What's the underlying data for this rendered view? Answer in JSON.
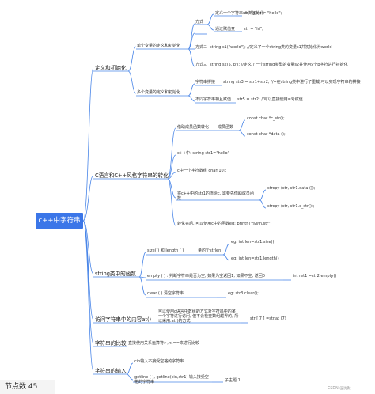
{
  "root": "c++中字符串",
  "status": {
    "node_count_label": "节点数 45"
  },
  "watermark": "CSDN @沈默",
  "l1": [
    "定义和初始化",
    "C语言和C++风格字符串的转化",
    "string类中的函数",
    "访问字符串中的内容at()",
    "字符串的比较",
    "字符串的输入"
  ],
  "definit": {
    "single": "单个变量的定义和初始化",
    "way1": "方式一",
    "way1_a": "定义一个字符串str并初始化",
    "way1_a_code": "string str = \"hello\";",
    "way1_b": "通过赋值变",
    "way1_b_code": "str = \"hi\";",
    "way2": "方式二",
    "way2_code": "string s1(\"world\");  //定义了一个string类的变量s1并初始化为world",
    "way3": "方式三",
    "way3_code": "string s2(5,'p');  //定义了一个string类型的变量s2并使用5个p字符进行初始化",
    "multi": "多个变量的定义和初始化",
    "concat": "字符串拼接",
    "concat_code": "string str3 = str1+str2;  //+在string类中进行了重载,可以实现字符串的拼接",
    "assign": "不同字符串相互赋值",
    "assign_code": "str5 = str2;  //可以直接使用=号赋值"
  },
  "convert": {
    "by_member": "借助成员函数转化",
    "member_funcs": "成员函数",
    "cstr": "const char *c_str();",
    "dataf": "const char *data ();",
    "cpp": "c++中: string str1=\"hello\"",
    "carr": "c中一个字符数组 char[10];",
    "copy_desc": "将c++中的str1的值给c, 需要先借助成员函数",
    "strcpy1": "strcpy (str, str1.data ());",
    "strcpy2": "strcpy (str, str1.c_str());",
    "printf_desc": "转化完后, 可以使用c中的函数eg: printf (\"%s\\n,str\")"
  },
  "strfuncs": {
    "size": "size( ) 和 length ( )",
    "size_desc": "量的个strlen",
    "size_eg1": "eg: int len=str1.size()",
    "size_eg2": "eg: int len=str1.length()",
    "empty": "empty ( ) : 判断字符串是否为空, 如果为空返回1, 如果不空, 返回0",
    "empty_eg": "int ret1 =str2.empty()",
    "clear": "clear ( ) 清空字符串",
    "clear_eg": "eg: str3.clear();"
  },
  "at": {
    "desc": "可以使用c语言中数组的方式对字符串中的某一个字符进行访问, 但不会检查数组越界的, 所以采用.at()的方式",
    "eg": "str [ 7 ] =str.at (7)"
  },
  "compare": {
    "desc": "直接使用关系运算符>,<,==来进行比较"
  },
  "input": {
    "cin": "cin输入不接受空格的字符串",
    "getline": "getline ( ), getline(cin,str1) 输入接受空格的字符串",
    "eg": "子主题 1"
  },
  "colors": {
    "root_bg": "#3b76e8",
    "line": "#4a86e8"
  }
}
